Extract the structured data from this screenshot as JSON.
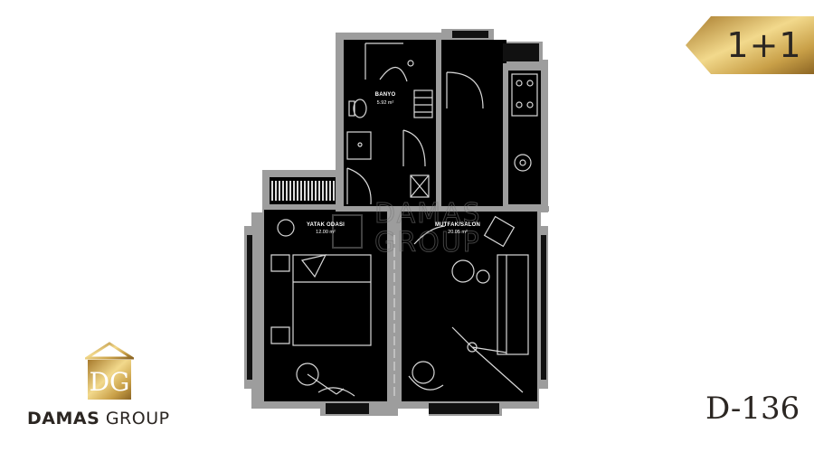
{
  "badge": {
    "label": "1+1"
  },
  "rooms": {
    "banyo": {
      "name": "BANYO",
      "area": "5.92 m²"
    },
    "yatak": {
      "name": "YATAK ODASI",
      "area": "12.00 m²"
    },
    "mutfak": {
      "name": "MUTFAK/SALON",
      "area": "20.05 m²"
    }
  },
  "watermark": {
    "line1": "DAMAS",
    "line2": "GROUP"
  },
  "brand": {
    "part1": "DAMAS",
    "part2": " GROUP"
  },
  "unit_code": "D-136",
  "colors": {
    "gold": "#c9a35a",
    "wall": "#9b9b9b",
    "floor": "#000000",
    "text": "#2b2622"
  }
}
